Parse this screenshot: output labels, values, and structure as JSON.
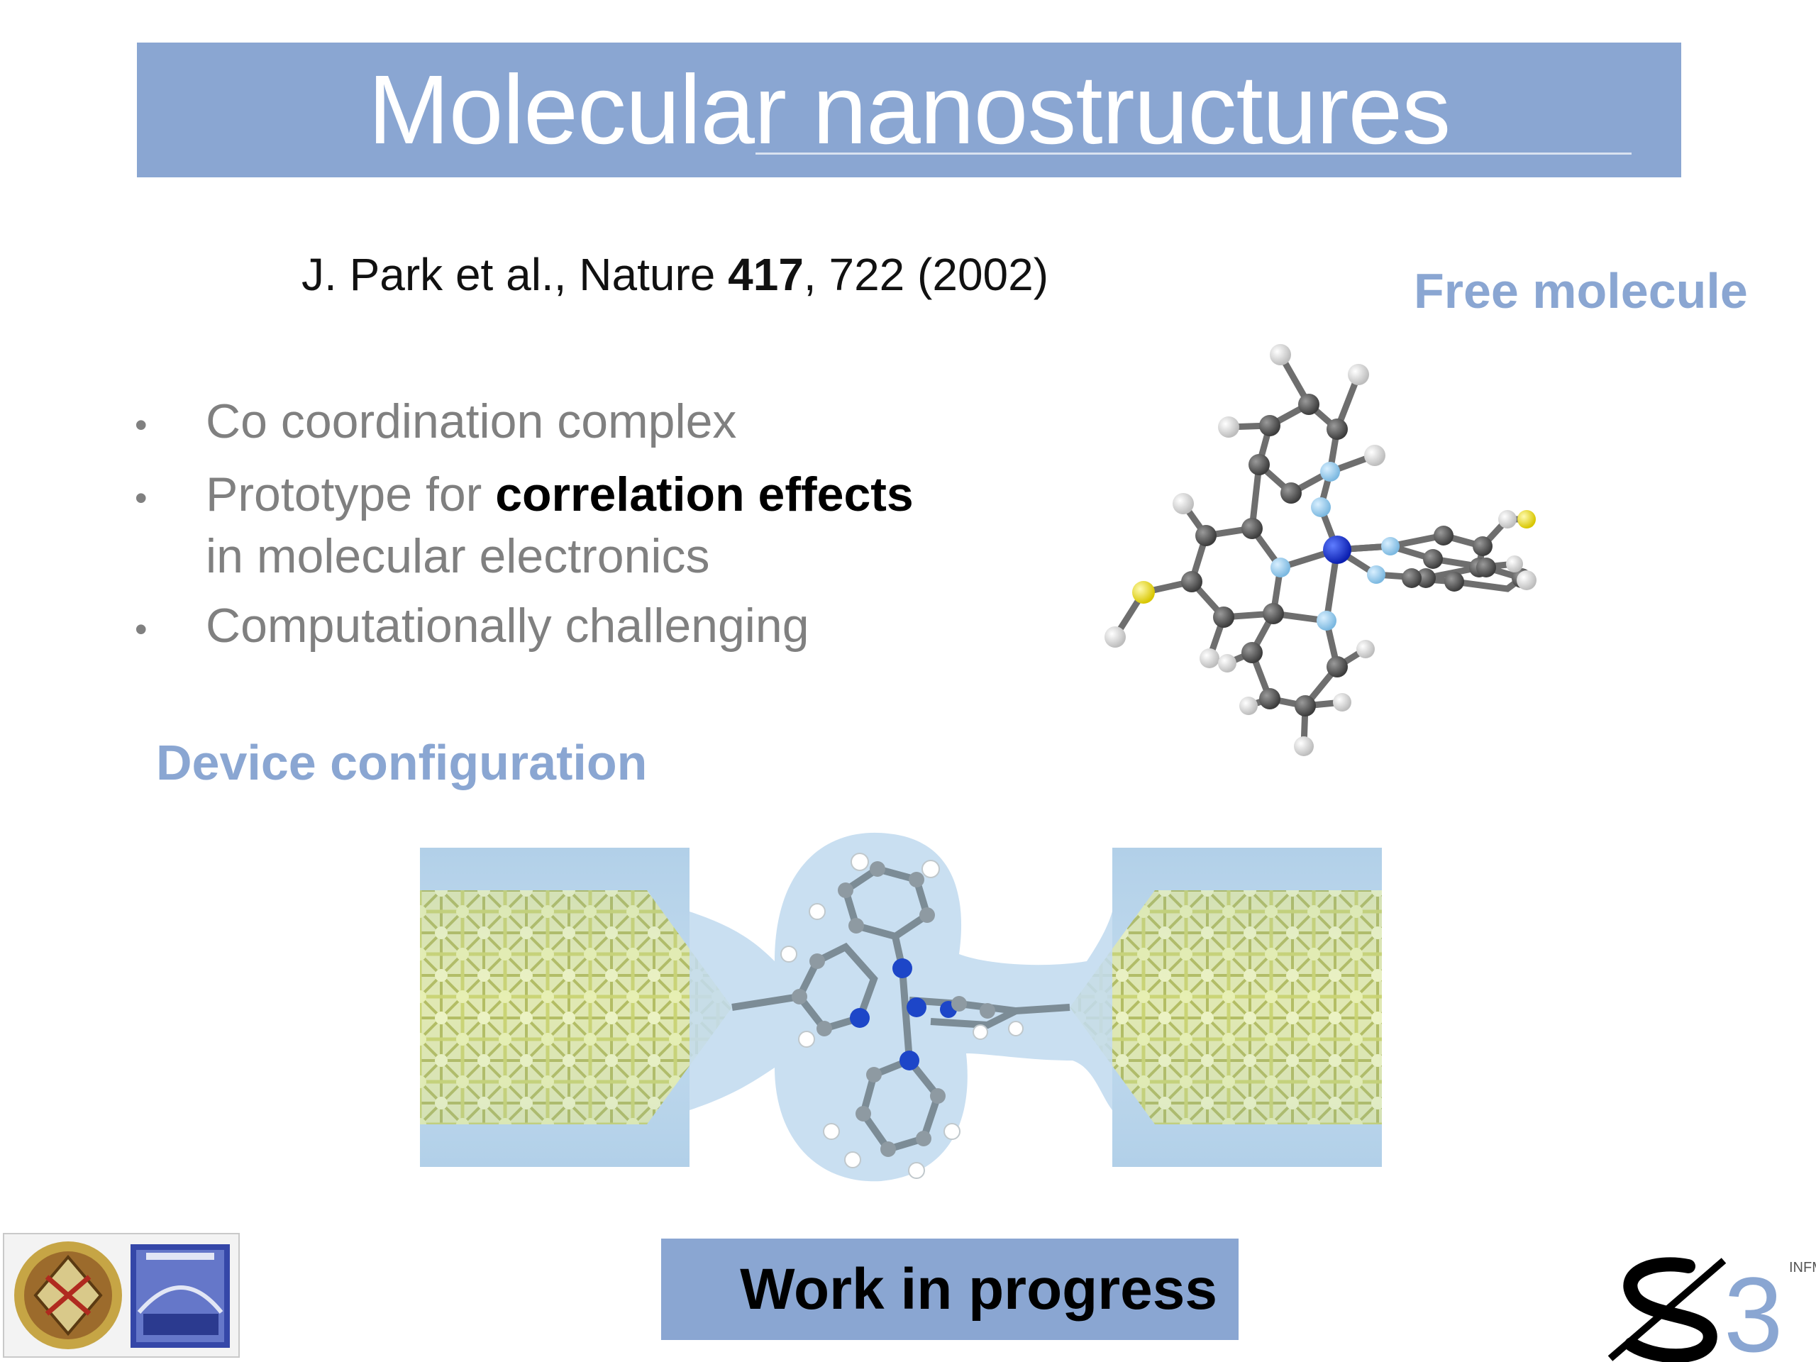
{
  "title": "Molecular nanostructures",
  "citation": {
    "prefix": "J. Park et al., Nature ",
    "volume": "417",
    "suffix": ", 722 (2002)"
  },
  "free_molecule_label": "Free molecule",
  "bullets": [
    {
      "marker": "•",
      "text": "Co coordination complex"
    },
    {
      "marker": "•",
      "text_before": "Prototype for ",
      "bold": "correlation effects",
      "line2": "in molecular electronics"
    },
    {
      "marker": "•",
      "text": "Computationally challenging"
    }
  ],
  "device_config_label": "Device configuration",
  "work_in_progress": "Work in progress",
  "logo_s3": {
    "main": "S3",
    "superscript": "INFM"
  },
  "colors": {
    "accent_blue": "#8aa6d2",
    "bullet_gray": "#808080",
    "gold_atom": "#d6da5a",
    "carbon_gray": "#4a4a4a",
    "nitrogen_blue": "#8ec8ec",
    "cobalt_blue": "#1530d8",
    "sulfur_yellow": "#f2e020"
  }
}
